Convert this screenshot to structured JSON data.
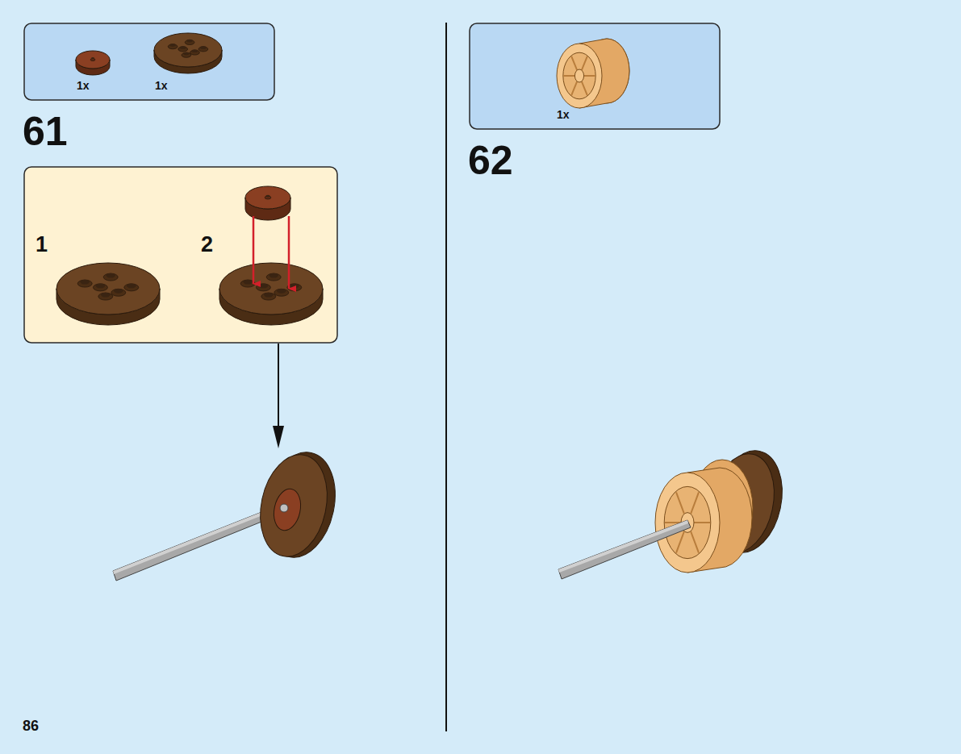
{
  "diagram": {
    "nodes": [
      {
        "text": [
          "1x",
          "1x"
        ]
      },
      {
        "text": [
          "1",
          "2"
        ]
      },
      {
        "text": [
          "1x"
        ]
      }
    ],
    "labels": [
      "61",
      "62",
      "86"
    ]
  }
}
